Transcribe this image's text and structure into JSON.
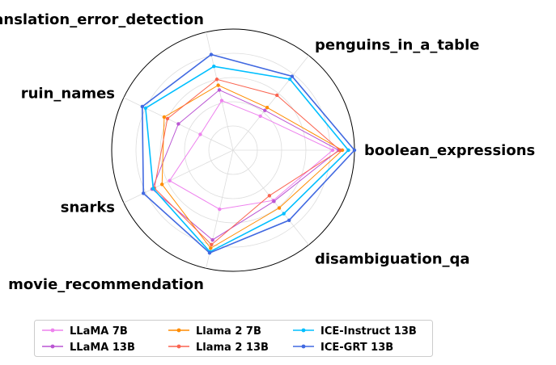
{
  "chart_data": {
    "type": "radar",
    "axes": [
      "boolean_expressions",
      "penguins_in_a_table",
      "salient_translation_error_detection",
      "ruin_names",
      "snarks",
      "movie_recommendation",
      "disambiguation_qa"
    ],
    "rmax": 1.0,
    "rings": [
      0.2,
      0.4,
      0.6,
      0.8,
      1.0
    ],
    "grid": true,
    "legend_position": "bottom",
    "series": [
      {
        "name": "LLaMA 7B",
        "color": "#ee82ee",
        "values": [
          0.82,
          0.36,
          0.42,
          0.3,
          0.58,
          0.5,
          0.53
        ]
      },
      {
        "name": "LLaMA 13B",
        "color": "#ba55d3",
        "values": [
          0.87,
          0.42,
          0.51,
          0.5,
          0.74,
          0.76,
          0.54
        ]
      },
      {
        "name": "Llama 2 7B",
        "color": "#ff8c00",
        "values": [
          0.9,
          0.45,
          0.55,
          0.63,
          0.65,
          0.83,
          0.61
        ]
      },
      {
        "name": "Llama 2 13B",
        "color": "#fa6450",
        "values": [
          0.88,
          0.58,
          0.6,
          0.6,
          0.72,
          0.8,
          0.48
        ]
      },
      {
        "name": "ICE-Instruct 13B",
        "color": "#00bfff",
        "values": [
          0.95,
          0.75,
          0.71,
          0.8,
          0.73,
          0.86,
          0.67
        ]
      },
      {
        "name": "ICE-GRT 13B",
        "color": "#4169e1",
        "values": [
          1.0,
          0.78,
          0.81,
          0.83,
          0.82,
          0.87,
          0.74
        ]
      }
    ]
  }
}
